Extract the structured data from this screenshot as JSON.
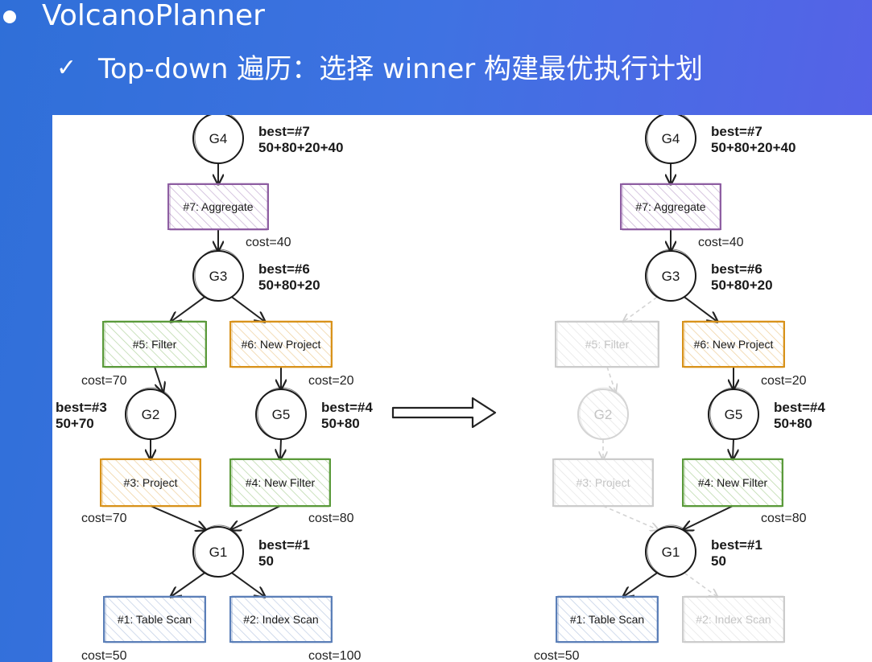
{
  "slide": {
    "title": "VolcanoPlanner",
    "check": "✓",
    "subtitle": "Top-down 遍历：选择 winner 构建最优执行计划"
  },
  "colors": {
    "purple": "#8e5ea2",
    "green": "#5a9a3a",
    "orange": "#d8921a",
    "blue": "#5b7fb8",
    "faded": "#cccccc"
  },
  "diagrams": [
    {
      "groups": [
        {
          "id": "G4",
          "label": "G4",
          "best": "best=#7",
          "sum": "50+80+20+40",
          "faded": false
        },
        {
          "id": "G3",
          "label": "G3",
          "best": "best=#6",
          "sum": "50+80+20",
          "faded": false
        },
        {
          "id": "G2",
          "label": "G2",
          "best": "best=#3",
          "sum": "50+70",
          "faded": false
        },
        {
          "id": "G5",
          "label": "G5",
          "best": "best=#4",
          "sum": "50+80",
          "faded": false
        },
        {
          "id": "G1",
          "label": "G1",
          "best": "best=#1",
          "sum": "50",
          "faded": false
        }
      ],
      "operators": [
        {
          "id": "op7",
          "label": "#7: Aggregate",
          "color": "purple",
          "cost": "cost=40",
          "faded": false
        },
        {
          "id": "op5",
          "label": "#5: Filter",
          "color": "green",
          "cost": "cost=70",
          "faded": false
        },
        {
          "id": "op6",
          "label": "#6: New Project",
          "color": "orange",
          "cost": "cost=20",
          "faded": false
        },
        {
          "id": "op3",
          "label": "#3: Project",
          "color": "orange",
          "cost": "cost=70",
          "faded": false
        },
        {
          "id": "op4",
          "label": "#4: New Filter",
          "color": "green",
          "cost": "cost=80",
          "faded": false
        },
        {
          "id": "op1",
          "label": "#1: Table Scan",
          "color": "blue",
          "cost": "cost=50",
          "faded": false
        },
        {
          "id": "op2",
          "label": "#2: Index Scan",
          "color": "blue",
          "cost": "cost=100",
          "faded": false
        }
      ],
      "edges": [
        {
          "from": "G4",
          "to": "op7",
          "faded": false
        },
        {
          "from": "op7",
          "to": "G3",
          "faded": false
        },
        {
          "from": "G3",
          "to": "op5",
          "faded": false
        },
        {
          "from": "G3",
          "to": "op6",
          "faded": false
        },
        {
          "from": "op5",
          "to": "G2",
          "faded": false
        },
        {
          "from": "op6",
          "to": "G5",
          "faded": false
        },
        {
          "from": "G2",
          "to": "op3",
          "faded": false
        },
        {
          "from": "G5",
          "to": "op4",
          "faded": false
        },
        {
          "from": "op3",
          "to": "G1",
          "faded": false
        },
        {
          "from": "op4",
          "to": "G1",
          "faded": false
        },
        {
          "from": "G1",
          "to": "op1",
          "faded": false
        },
        {
          "from": "G1",
          "to": "op2",
          "faded": false
        }
      ]
    },
    {
      "groups": [
        {
          "id": "G4",
          "label": "G4",
          "best": "best=#7",
          "sum": "50+80+20+40",
          "faded": false
        },
        {
          "id": "G3",
          "label": "G3",
          "best": "best=#6",
          "sum": "50+80+20",
          "faded": false
        },
        {
          "id": "G2",
          "label": "G2",
          "best": "",
          "sum": "",
          "faded": true
        },
        {
          "id": "G5",
          "label": "G5",
          "best": "best=#4",
          "sum": "50+80",
          "faded": false
        },
        {
          "id": "G1",
          "label": "G1",
          "best": "best=#1",
          "sum": "50",
          "faded": false
        }
      ],
      "operators": [
        {
          "id": "op7",
          "label": "#7: Aggregate",
          "color": "purple",
          "cost": "cost=40",
          "faded": false
        },
        {
          "id": "op5",
          "label": "#5: Filter",
          "color": "green",
          "cost": "",
          "faded": true
        },
        {
          "id": "op6",
          "label": "#6: New Project",
          "color": "orange",
          "cost": "cost=20",
          "faded": false
        },
        {
          "id": "op3",
          "label": "#3: Project",
          "color": "orange",
          "cost": "",
          "faded": true
        },
        {
          "id": "op4",
          "label": "#4: New Filter",
          "color": "green",
          "cost": "cost=80",
          "faded": false
        },
        {
          "id": "op1",
          "label": "#1: Table Scan",
          "color": "blue",
          "cost": "cost=50",
          "faded": false
        },
        {
          "id": "op2",
          "label": "#2: Index Scan",
          "color": "blue",
          "cost": "",
          "faded": true
        }
      ],
      "edges": [
        {
          "from": "G4",
          "to": "op7",
          "faded": false
        },
        {
          "from": "op7",
          "to": "G3",
          "faded": false
        },
        {
          "from": "G3",
          "to": "op5",
          "faded": true
        },
        {
          "from": "G3",
          "to": "op6",
          "faded": false
        },
        {
          "from": "op5",
          "to": "G2",
          "faded": true
        },
        {
          "from": "op6",
          "to": "G5",
          "faded": false
        },
        {
          "from": "G2",
          "to": "op3",
          "faded": true
        },
        {
          "from": "G5",
          "to": "op4",
          "faded": false
        },
        {
          "from": "op3",
          "to": "G1",
          "faded": true
        },
        {
          "from": "op4",
          "to": "G1",
          "faded": false
        },
        {
          "from": "G1",
          "to": "op1",
          "faded": false
        },
        {
          "from": "G1",
          "to": "op2",
          "faded": true
        }
      ]
    }
  ],
  "transition_arrow": "right-arrow-icon"
}
